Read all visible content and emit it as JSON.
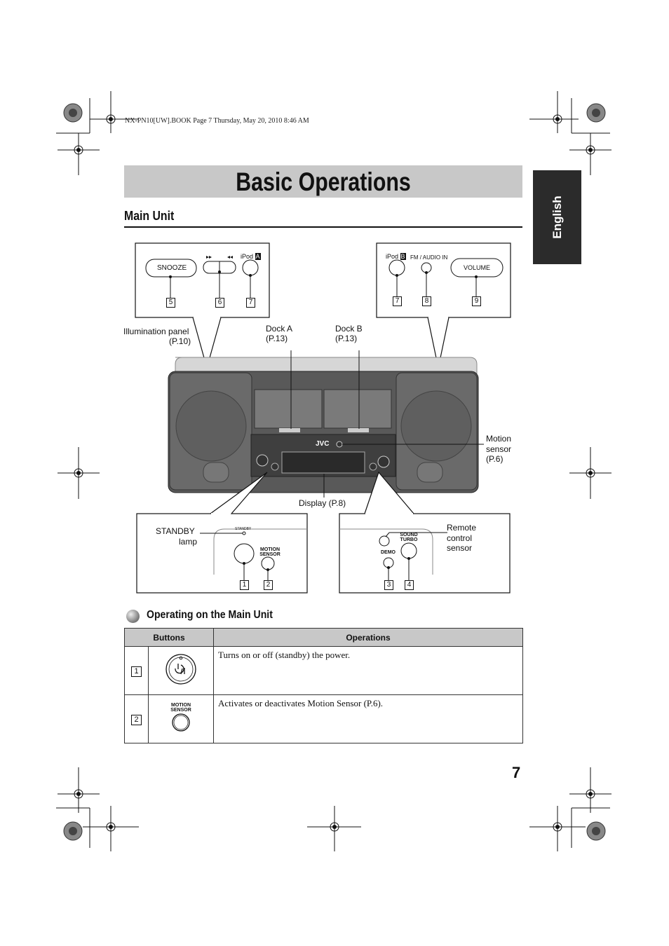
{
  "header_line": "NX-PN10[UW].BOOK  Page 7  Thursday, May 20, 2010  8:46 AM",
  "title": "Basic Operations",
  "side_tab": "English",
  "section": "Main Unit",
  "diagram": {
    "top_left": {
      "snooze": "SNOOZE",
      "ipod": "iPod",
      "ipod_badge": "A",
      "nums": [
        "5",
        "6",
        "7"
      ]
    },
    "top_right": {
      "ipod": "iPod",
      "ipod_badge": "B",
      "fm": "FM / AUDIO IN",
      "volume": "VOLUME",
      "nums": [
        "7",
        "8",
        "9"
      ]
    },
    "labels": {
      "illumination": "Illumination panel",
      "illumination_ref": "(P.10)",
      "dock_a": "Dock A",
      "dock_a_ref": "(P.13)",
      "dock_b": "Dock B",
      "dock_b_ref": "(P.13)",
      "motion": "Motion",
      "motion2": "sensor",
      "motion_ref": "(P.6)",
      "display": "Display (P.8)",
      "standby": "STANDBY",
      "standby2": "lamp",
      "remote": "Remote",
      "remote2": "control",
      "remote3": "sensor",
      "brand": "JVC"
    },
    "bottom_left": {
      "standby_small": "STANDBY",
      "motion_sensor": "MOTION SENSOR",
      "nums": [
        "1",
        "2"
      ]
    },
    "bottom_right": {
      "sound_turbo": "SOUND TURBO",
      "demo": "DEMO",
      "nums": [
        "3",
        "4"
      ]
    }
  },
  "subsection": "Operating on the Main Unit",
  "table": {
    "headers": [
      "Buttons",
      "Operations"
    ],
    "rows": [
      {
        "num": "1",
        "button_label": "",
        "operation": "Turns on or off (standby) the power."
      },
      {
        "num": "2",
        "button_label": "MOTION SENSOR",
        "operation": "Activates or deactivates Motion Sensor (P.6)."
      }
    ]
  },
  "page_number": "7"
}
